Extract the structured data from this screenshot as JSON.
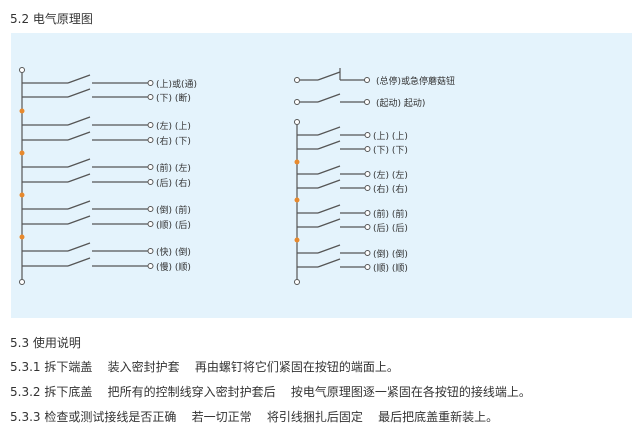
{
  "section_title": "5.2 电气原理图",
  "diagram": {
    "left_labels": [
      "(上)或(通)",
      "(下) (断)",
      "(左) (上)",
      "(右) (下)",
      "(前) (左)",
      "(后) (右)",
      "(倒) (前)",
      "(顺) (后)",
      "(快) (倒)",
      "(慢) (顺)"
    ],
    "right_top_labels": [
      "(总停)或急停蘑菇钮",
      "(起动)    起动)"
    ],
    "right_labels": [
      "(上) (上)",
      "(下) (下)",
      "(左) (左)",
      "(右) (右)",
      "(前) (前)",
      "(后) (后)",
      "(倒) (倒)",
      "(顺) (顺)"
    ],
    "line_color": "#555555",
    "junction_color": "#e8892c"
  },
  "usage": {
    "title": "5.3 使用说明",
    "steps": [
      "5.3.1 拆下端盖    装入密封护套    再由螺钉将它们紧固在按钮的端面上。",
      "5.3.2 拆下底盖    把所有的控制线穿入密封护套后    按电气原理图逐一紧固在各按钮的接线端上。",
      "5.3.3 检查或测试接线是否正确    若一切正常    将引线捆扎后固定    最后把底盖重新装上。"
    ]
  }
}
